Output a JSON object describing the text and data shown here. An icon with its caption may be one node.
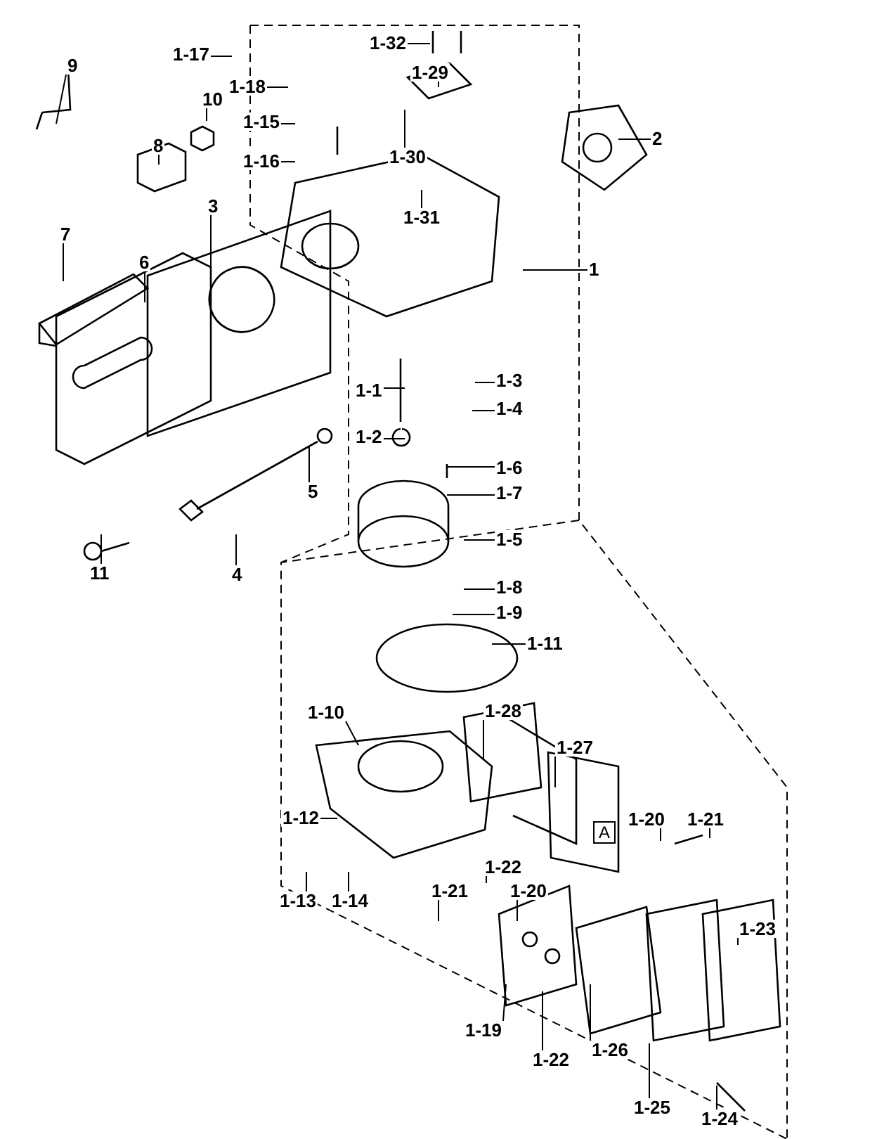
{
  "diagram": {
    "nodes": [
      {
        "text": [
          "9"
        ]
      },
      {
        "text": [
          "10"
        ]
      },
      {
        "text": [
          "8"
        ]
      },
      {
        "text": [
          "7"
        ]
      },
      {
        "text": [
          "3"
        ]
      },
      {
        "text": [
          "6"
        ]
      },
      {
        "text": [
          "1-17"
        ]
      },
      {
        "text": [
          "1-18"
        ]
      },
      {
        "text": [
          "1-32"
        ]
      },
      {
        "text": [
          "1-29"
        ]
      },
      {
        "text": [
          "1-15"
        ]
      },
      {
        "text": [
          "1-16"
        ]
      },
      {
        "text": [
          "1-30"
        ]
      },
      {
        "text": [
          "1-31"
        ]
      },
      {
        "text": [
          "2"
        ]
      },
      {
        "text": [
          "1"
        ]
      },
      {
        "text": [
          "1-1"
        ]
      },
      {
        "text": [
          "1-3"
        ]
      },
      {
        "text": [
          "1-4"
        ]
      },
      {
        "text": [
          "1-2"
        ]
      },
      {
        "text": [
          "1-6"
        ]
      },
      {
        "text": [
          "1-7"
        ]
      },
      {
        "text": [
          "1-5"
        ]
      },
      {
        "text": [
          "1-8"
        ]
      },
      {
        "text": [
          "1-9"
        ]
      },
      {
        "text": [
          "1-11"
        ]
      },
      {
        "text": [
          "5"
        ]
      },
      {
        "text": [
          "11"
        ]
      },
      {
        "text": [
          "4"
        ]
      },
      {
        "text": [
          "1-10"
        ]
      },
      {
        "text": [
          "1-28"
        ]
      },
      {
        "text": [
          "1-27"
        ]
      },
      {
        "text": [
          "1-12"
        ]
      },
      {
        "text": [
          "1-13"
        ]
      },
      {
        "text": [
          "1-14"
        ]
      },
      {
        "text": [
          "1-22"
        ]
      },
      {
        "text": [
          "1-20"
        ]
      },
      {
        "text": [
          "1-21"
        ]
      },
      {
        "text": [
          "1-20"
        ]
      },
      {
        "text": [
          "1-21"
        ]
      },
      {
        "text": [
          "1-19"
        ]
      },
      {
        "text": [
          "1-22"
        ]
      },
      {
        "text": [
          "1-26"
        ]
      },
      {
        "text": [
          "1-23"
        ]
      },
      {
        "text": [
          "1-25"
        ]
      },
      {
        "text": [
          "1-24"
        ]
      }
    ],
    "edges": [
      {
        "from": 0,
        "to": null,
        "arrow": "none"
      },
      {
        "from": 1,
        "to": null,
        "arrow": "none"
      },
      {
        "from": 2,
        "to": null,
        "arrow": "none"
      },
      {
        "from": 3,
        "to": null,
        "arrow": "none"
      },
      {
        "from": 4,
        "to": null,
        "arrow": "none"
      },
      {
        "from": 5,
        "to": null,
        "arrow": "none"
      },
      {
        "from": 6,
        "to": null,
        "arrow": "none"
      },
      {
        "from": 7,
        "to": null,
        "arrow": "none"
      },
      {
        "from": 8,
        "to": null,
        "arrow": "none"
      },
      {
        "from": 9,
        "to": null,
        "arrow": "none"
      },
      {
        "from": 10,
        "to": null,
        "arrow": "none"
      },
      {
        "from": 11,
        "to": null,
        "arrow": "none"
      },
      {
        "from": 12,
        "to": null,
        "arrow": "none"
      },
      {
        "from": 13,
        "to": null,
        "arrow": "none"
      },
      {
        "from": 14,
        "to": null,
        "arrow": "none"
      },
      {
        "from": 15,
        "to": null,
        "arrow": "none"
      },
      {
        "from": 16,
        "to": null,
        "arrow": "none"
      },
      {
        "from": 17,
        "to": null,
        "arrow": "none"
      },
      {
        "from": 18,
        "to": null,
        "arrow": "none"
      },
      {
        "from": 19,
        "to": null,
        "arrow": "none"
      },
      {
        "from": 20,
        "to": null,
        "arrow": "none"
      },
      {
        "from": 21,
        "to": null,
        "arrow": "none"
      },
      {
        "from": 22,
        "to": null,
        "arrow": "none"
      },
      {
        "from": 23,
        "to": null,
        "arrow": "none"
      },
      {
        "from": 24,
        "to": null,
        "arrow": "none"
      },
      {
        "from": 25,
        "to": null,
        "arrow": "none"
      },
      {
        "from": 26,
        "to": null,
        "arrow": "none"
      },
      {
        "from": 27,
        "to": null,
        "arrow": "none"
      },
      {
        "from": 28,
        "to": null,
        "arrow": "none"
      },
      {
        "from": 29,
        "to": null,
        "arrow": "none"
      },
      {
        "from": 30,
        "to": null,
        "arrow": "none"
      },
      {
        "from": 31,
        "to": null,
        "arrow": "none"
      },
      {
        "from": 32,
        "to": null,
        "arrow": "none"
      },
      {
        "from": 33,
        "to": null,
        "arrow": "none"
      },
      {
        "from": 34,
        "to": null,
        "arrow": "none"
      },
      {
        "from": 35,
        "to": null,
        "arrow": "none"
      },
      {
        "from": 36,
        "to": null,
        "arrow": "none"
      },
      {
        "from": 37,
        "to": null,
        "arrow": "none"
      },
      {
        "from": 38,
        "to": null,
        "arrow": "none"
      },
      {
        "from": 39,
        "to": null,
        "arrow": "none"
      },
      {
        "from": 40,
        "to": null,
        "arrow": "none"
      },
      {
        "from": 41,
        "to": null,
        "arrow": "none"
      },
      {
        "from": 42,
        "to": null,
        "arrow": "none"
      },
      {
        "from": 43,
        "to": null,
        "arrow": "none"
      },
      {
        "from": 44,
        "to": null,
        "arrow": "none"
      },
      {
        "from": 45,
        "to": null,
        "arrow": "none"
      }
    ],
    "labels": [
      "A"
    ]
  }
}
